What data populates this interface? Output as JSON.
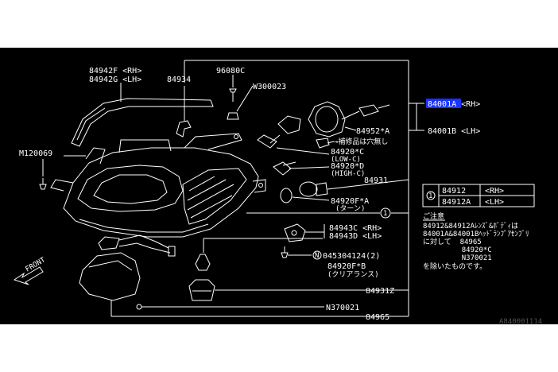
{
  "labels": {
    "p84942f": "84942F <RH>",
    "p84942g": "84942G <LH>",
    "p84934": "84934",
    "p96080c": "96080C",
    "pw300023": "W300023",
    "p84001a": "84001A <RH>",
    "p84001b": "84001B <LH>",
    "p84952a": "84952*A",
    "note_hole": "→補修品は穴無し",
    "pm120069": "M120069",
    "p84920c": "84920*C",
    "p84920c_sub": "(LOW-C)",
    "p84920d": "84920*D",
    "p84920d_sub": "(HIGH-C)",
    "p84931": "84931",
    "p84920fa": "84920F*A",
    "p84920fa_sub": "(ターン)",
    "circle1": "1",
    "p84943c": "84943C <RH>",
    "p84943d": "84943D <LH>",
    "pn045304": "045304124(2)",
    "pn_prefix": "N",
    "p84920fb": "84920F*B",
    "p84920fb_sub": "(クリアランス)",
    "p84931z": "84931Z",
    "pn370021": "N370021",
    "p84965": "84965",
    "front": "FRONT",
    "ref_code": "A840001114"
  },
  "table": {
    "marker": "1",
    "rows": [
      {
        "part": "84912",
        "side": "<RH>"
      },
      {
        "part": "84912A",
        "side": "<LH>"
      }
    ]
  },
  "note": {
    "heading": "ご注意",
    "lines": [
      "84912&84912Aﾚﾝｽﾞ&ﾎﾞﾃﾞｨは",
      "84001A&84001Bﾍｯﾄﾞﾗﾝﾌﾟｱｾﾝﾌﾞﾘ",
      "に対して  84965",
      "         84920*C",
      "         N370021",
      "を除いたものです。"
    ]
  },
  "colors": {
    "background": "#000000",
    "line": "#ffffff",
    "highlight": "#1a33ff"
  }
}
